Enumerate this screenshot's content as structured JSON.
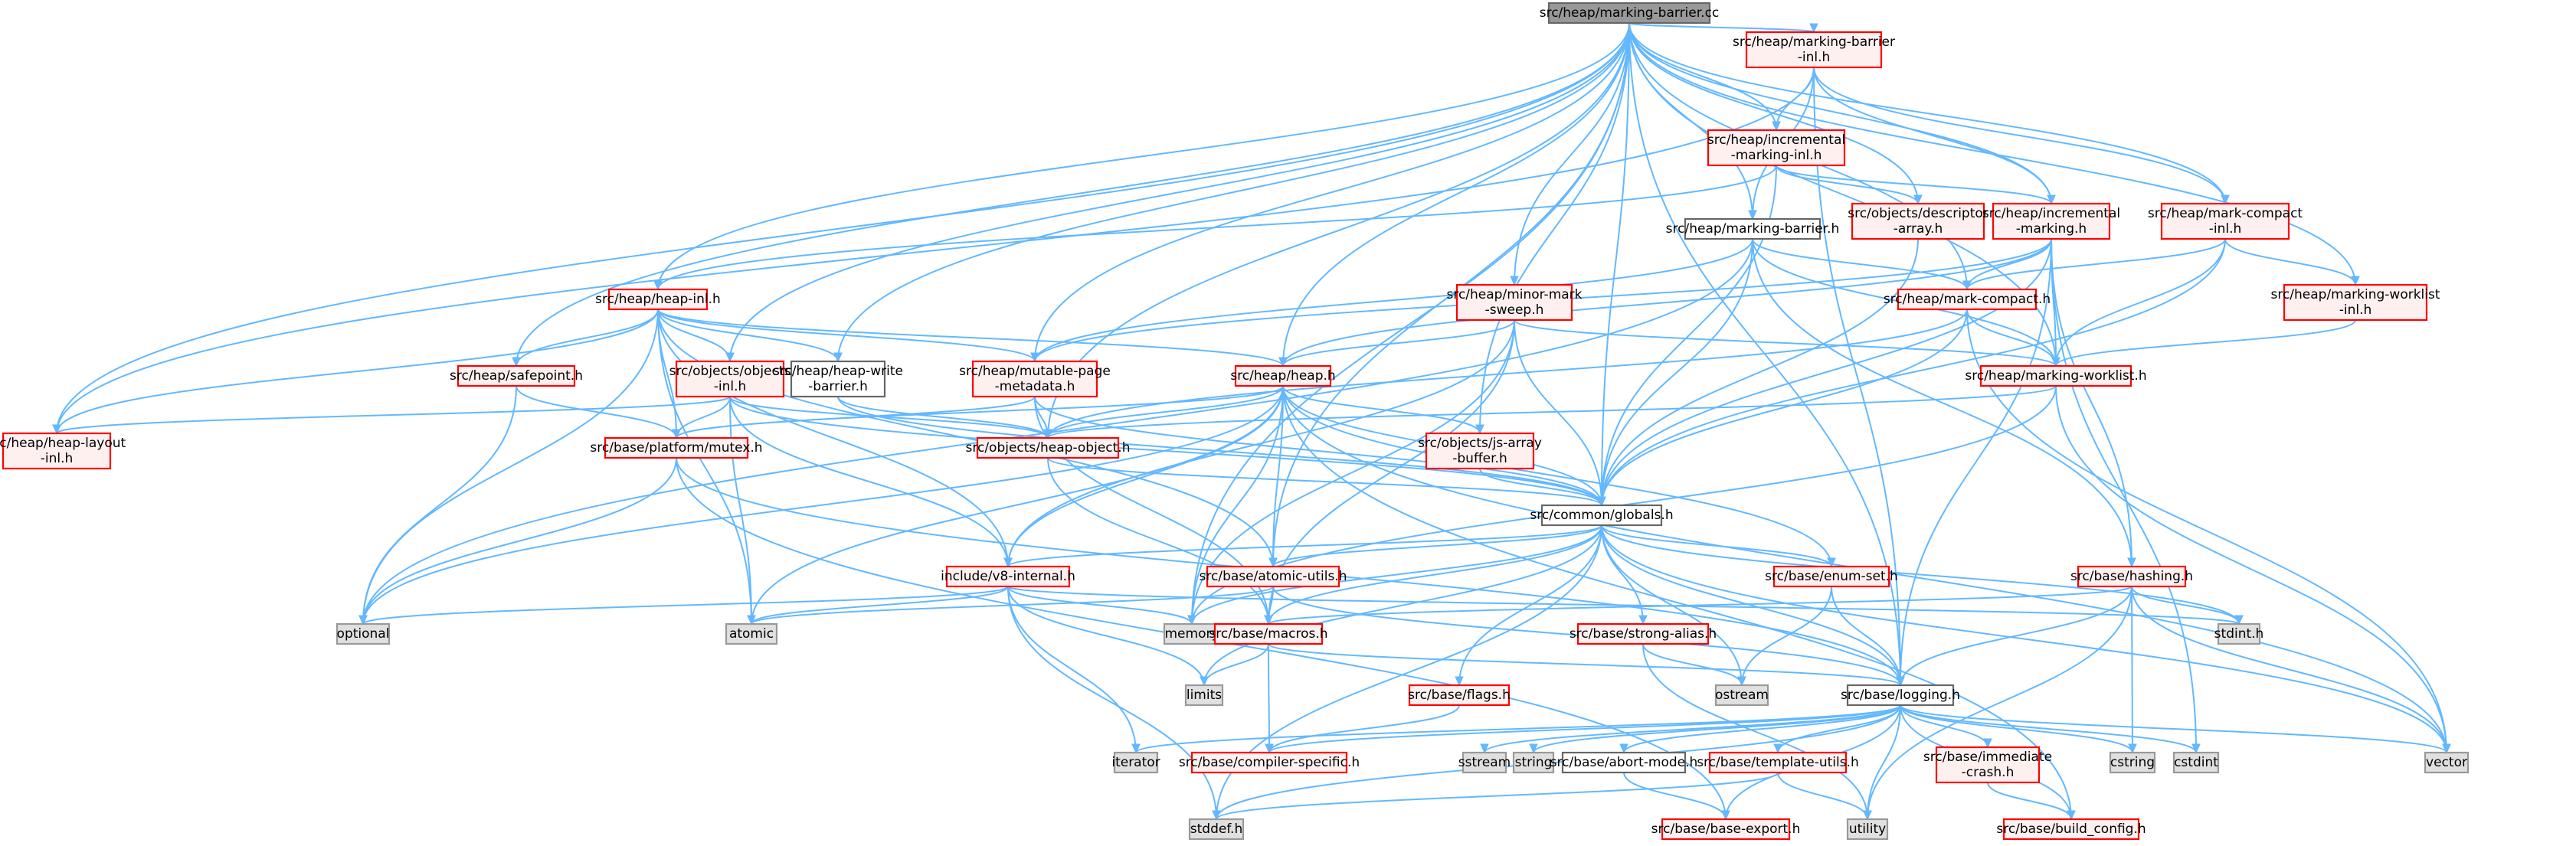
{
  "colors": {
    "root_fill": "#999999",
    "root_border": "#666666",
    "header_fill": "#fff0f0",
    "header_border": "#ff0000",
    "plain_fill": "#ffffff",
    "plain_border": "#666666",
    "system_fill": "#e0e0e0",
    "system_border": "#999999",
    "edge": "#63b8ff"
  },
  "nodes": [
    {
      "id": "root",
      "kind": "root",
      "lines": [
        "src/heap/marking-barrier.cc"
      ]
    },
    {
      "id": "mb_inl",
      "kind": "header",
      "lines": [
        "src/heap/marking-barrier",
        "-inl.h"
      ]
    },
    {
      "id": "inc_inl",
      "kind": "header",
      "lines": [
        "src/heap/incremental",
        "-marking-inl.h"
      ]
    },
    {
      "id": "desc_arr",
      "kind": "header",
      "lines": [
        "src/objects/descriptor",
        "-array.h"
      ]
    },
    {
      "id": "inc_mark",
      "kind": "header",
      "lines": [
        "src/heap/incremental",
        "-marking.h"
      ]
    },
    {
      "id": "mc_inl",
      "kind": "header",
      "lines": [
        "src/heap/mark-compact",
        "-inl.h"
      ]
    },
    {
      "id": "mb_h",
      "kind": "plain",
      "lines": [
        "src/heap/marking-barrier.h"
      ]
    },
    {
      "id": "heap_inl",
      "kind": "header",
      "lines": [
        "src/heap/heap-inl.h"
      ]
    },
    {
      "id": "minor_ms",
      "kind": "header",
      "lines": [
        "src/heap/minor-mark",
        "-sweep.h"
      ]
    },
    {
      "id": "mc_h",
      "kind": "header",
      "lines": [
        "src/heap/mark-compact.h"
      ]
    },
    {
      "id": "mwl_inl",
      "kind": "header",
      "lines": [
        "src/heap/marking-worklist",
        "-inl.h"
      ]
    },
    {
      "id": "safepoint",
      "kind": "header",
      "lines": [
        "src/heap/safepoint.h"
      ]
    },
    {
      "id": "obj_inl",
      "kind": "header",
      "lines": [
        "src/objects/objects",
        "-inl.h"
      ]
    },
    {
      "id": "write_barrier",
      "kind": "plain",
      "lines": [
        "src/heap/heap-write",
        "-barrier.h"
      ]
    },
    {
      "id": "mutable_page",
      "kind": "header",
      "lines": [
        "src/heap/mutable-page",
        "-metadata.h"
      ]
    },
    {
      "id": "heap_h",
      "kind": "header",
      "lines": [
        "src/heap/heap.h"
      ]
    },
    {
      "id": "mwl_h",
      "kind": "header",
      "lines": [
        "src/heap/marking-worklist.h"
      ]
    },
    {
      "id": "heap_layout",
      "kind": "header",
      "lines": [
        "src/heap/heap-layout",
        "-inl.h"
      ]
    },
    {
      "id": "mutex",
      "kind": "header",
      "lines": [
        "src/base/platform/mutex.h"
      ]
    },
    {
      "id": "heap_obj",
      "kind": "header",
      "lines": [
        "src/objects/heap-object.h"
      ]
    },
    {
      "id": "js_arr",
      "kind": "header",
      "lines": [
        "src/objects/js-array",
        "-buffer.h"
      ]
    },
    {
      "id": "globals",
      "kind": "plain",
      "lines": [
        "src/common/globals.h"
      ]
    },
    {
      "id": "v8_internal",
      "kind": "header",
      "lines": [
        "include/v8-internal.h"
      ]
    },
    {
      "id": "atomic_utils",
      "kind": "header",
      "lines": [
        "src/base/atomic-utils.h"
      ]
    },
    {
      "id": "enum_set",
      "kind": "header",
      "lines": [
        "src/base/enum-set.h"
      ]
    },
    {
      "id": "hashing",
      "kind": "header",
      "lines": [
        "src/base/hashing.h"
      ]
    },
    {
      "id": "optional",
      "kind": "system",
      "lines": [
        "optional"
      ]
    },
    {
      "id": "atomic",
      "kind": "system",
      "lines": [
        "atomic"
      ]
    },
    {
      "id": "memory",
      "kind": "system",
      "lines": [
        "memory"
      ]
    },
    {
      "id": "macros",
      "kind": "header",
      "lines": [
        "src/base/macros.h"
      ]
    },
    {
      "id": "strong_alias",
      "kind": "header",
      "lines": [
        "src/base/strong-alias.h"
      ]
    },
    {
      "id": "stdint",
      "kind": "system",
      "lines": [
        "stdint.h"
      ]
    },
    {
      "id": "limits",
      "kind": "system",
      "lines": [
        "limits"
      ]
    },
    {
      "id": "ostream",
      "kind": "system",
      "lines": [
        "ostream"
      ]
    },
    {
      "id": "flags",
      "kind": "header",
      "lines": [
        "src/base/flags.h"
      ]
    },
    {
      "id": "logging",
      "kind": "plain",
      "lines": [
        "src/base/logging.h"
      ]
    },
    {
      "id": "iterator",
      "kind": "system",
      "lines": [
        "iterator"
      ]
    },
    {
      "id": "compiler_spec",
      "kind": "header",
      "lines": [
        "src/base/compiler-specific.h"
      ]
    },
    {
      "id": "sstream",
      "kind": "system",
      "lines": [
        "sstream"
      ]
    },
    {
      "id": "string",
      "kind": "system",
      "lines": [
        "string"
      ]
    },
    {
      "id": "abort_mode",
      "kind": "plain",
      "lines": [
        "src/base/abort-mode.h"
      ]
    },
    {
      "id": "template_utils",
      "kind": "header",
      "lines": [
        "src/base/template-utils.h"
      ]
    },
    {
      "id": "immediate_crash",
      "kind": "header",
      "lines": [
        "src/base/immediate",
        "-crash.h"
      ]
    },
    {
      "id": "cstring",
      "kind": "system",
      "lines": [
        "cstring"
      ]
    },
    {
      "id": "cstdint",
      "kind": "system",
      "lines": [
        "cstdint"
      ]
    },
    {
      "id": "vector",
      "kind": "system",
      "lines": [
        "vector"
      ]
    },
    {
      "id": "stddef",
      "kind": "system",
      "lines": [
        "stddef.h"
      ]
    },
    {
      "id": "base_export",
      "kind": "header",
      "lines": [
        "src/base/base-export.h"
      ]
    },
    {
      "id": "utility",
      "kind": "system",
      "lines": [
        "utility"
      ]
    },
    {
      "id": "build_config",
      "kind": "header",
      "lines": [
        "src/base/build_config.h"
      ]
    }
  ],
  "edges": [
    [
      "root",
      "mb_inl"
    ],
    [
      "root",
      "inc_inl"
    ],
    [
      "root",
      "desc_arr"
    ],
    [
      "root",
      "inc_mark"
    ],
    [
      "root",
      "mc_inl"
    ],
    [
      "root",
      "mwl_inl"
    ],
    [
      "root",
      "mb_h"
    ],
    [
      "root",
      "minor_ms"
    ],
    [
      "root",
      "heap_inl"
    ],
    [
      "root",
      "safepoint"
    ],
    [
      "root",
      "obj_inl"
    ],
    [
      "root",
      "write_barrier"
    ],
    [
      "root",
      "mutable_page"
    ],
    [
      "root",
      "heap_h"
    ],
    [
      "root",
      "heap_layout"
    ],
    [
      "root",
      "mwl_h"
    ],
    [
      "root",
      "globals"
    ],
    [
      "root",
      "js_arr"
    ],
    [
      "root",
      "heap_obj"
    ],
    [
      "root",
      "atomic_utils"
    ],
    [
      "root",
      "memory"
    ],
    [
      "root",
      "logging"
    ],
    [
      "root",
      "mc_h"
    ],
    [
      "mb_inl",
      "inc_inl"
    ],
    [
      "mb_inl",
      "mb_h"
    ],
    [
      "mb_inl",
      "inc_mark"
    ],
    [
      "mb_inl",
      "mc_inl"
    ],
    [
      "mb_inl",
      "heap_layout"
    ],
    [
      "mb_inl",
      "logging"
    ],
    [
      "inc_inl",
      "heap_inl"
    ],
    [
      "inc_inl",
      "desc_arr"
    ],
    [
      "inc_inl",
      "inc_mark"
    ],
    [
      "inc_inl",
      "globals"
    ],
    [
      "desc_arr",
      "globals"
    ],
    [
      "inc_mark",
      "mc_h"
    ],
    [
      "inc_mark",
      "heap_h"
    ],
    [
      "inc_mark",
      "mutable_page"
    ],
    [
      "inc_mark",
      "mwl_h"
    ],
    [
      "inc_mark",
      "globals"
    ],
    [
      "inc_mark",
      "hashing"
    ],
    [
      "inc_mark",
      "cstdint"
    ],
    [
      "inc_mark",
      "logging"
    ],
    [
      "mc_inl",
      "mc_h"
    ],
    [
      "mc_inl",
      "mwl_inl"
    ],
    [
      "mc_inl",
      "mwl_h"
    ],
    [
      "mc_inl",
      "globals"
    ],
    [
      "mb_h",
      "mutable_page"
    ],
    [
      "mb_h",
      "mc_h"
    ],
    [
      "mb_h",
      "mwl_h"
    ],
    [
      "mb_h",
      "globals"
    ],
    [
      "mb_h",
      "optional"
    ],
    [
      "mb_h",
      "hashing"
    ],
    [
      "heap_inl",
      "safepoint"
    ],
    [
      "heap_inl",
      "obj_inl"
    ],
    [
      "heap_inl",
      "write_barrier"
    ],
    [
      "heap_inl",
      "mutable_page"
    ],
    [
      "heap_inl",
      "heap_h"
    ],
    [
      "heap_inl",
      "heap_layout"
    ],
    [
      "heap_inl",
      "mutex"
    ],
    [
      "heap_inl",
      "optional"
    ],
    [
      "heap_inl",
      "atomic"
    ],
    [
      "heap_inl",
      "v8_internal"
    ],
    [
      "heap_inl",
      "atomic_utils"
    ],
    [
      "minor_ms",
      "heap_h"
    ],
    [
      "minor_ms",
      "mwl_h"
    ],
    [
      "minor_ms",
      "globals"
    ],
    [
      "minor_ms",
      "memory"
    ],
    [
      "minor_ms",
      "macros"
    ],
    [
      "minor_ms",
      "v8_internal"
    ],
    [
      "mc_h",
      "mwl_h"
    ],
    [
      "mc_h",
      "globals"
    ],
    [
      "mc_h",
      "heap_obj"
    ],
    [
      "mc_h",
      "vector"
    ],
    [
      "mwl_inl",
      "mwl_h"
    ],
    [
      "safepoint",
      "mutex"
    ],
    [
      "safepoint",
      "optional"
    ],
    [
      "obj_inl",
      "heap_obj"
    ],
    [
      "obj_inl",
      "globals"
    ],
    [
      "obj_inl",
      "heap_layout"
    ],
    [
      "obj_inl",
      "atomic"
    ],
    [
      "obj_inl",
      "v8_internal"
    ],
    [
      "obj_inl",
      "mutex"
    ],
    [
      "write_barrier",
      "heap_obj"
    ],
    [
      "write_barrier",
      "globals"
    ],
    [
      "mutable_page",
      "heap_obj"
    ],
    [
      "mutable_page",
      "mutex"
    ],
    [
      "mutable_page",
      "globals"
    ],
    [
      "mutable_page",
      "macros"
    ],
    [
      "heap_h",
      "heap_obj"
    ],
    [
      "heap_h",
      "js_arr"
    ],
    [
      "heap_h",
      "globals"
    ],
    [
      "heap_h",
      "mutex"
    ],
    [
      "heap_h",
      "v8_internal"
    ],
    [
      "heap_h",
      "atomic_utils"
    ],
    [
      "heap_h",
      "enum_set"
    ],
    [
      "heap_h",
      "memory"
    ],
    [
      "heap_h",
      "optional"
    ],
    [
      "heap_h",
      "atomic"
    ],
    [
      "heap_h",
      "vector"
    ],
    [
      "heap_h",
      "build_config"
    ],
    [
      "mwl_h",
      "heap_obj"
    ],
    [
      "mwl_h",
      "memory"
    ],
    [
      "mwl_h",
      "vector"
    ],
    [
      "mutex",
      "optional"
    ],
    [
      "mutex",
      "logging"
    ],
    [
      "mutex",
      "base_export"
    ],
    [
      "heap_obj",
      "globals"
    ],
    [
      "heap_obj",
      "macros"
    ],
    [
      "js_arr",
      "globals"
    ],
    [
      "globals",
      "v8_internal"
    ],
    [
      "globals",
      "atomic_utils"
    ],
    [
      "globals",
      "enum_set"
    ],
    [
      "globals",
      "flags"
    ],
    [
      "globals",
      "logging"
    ],
    [
      "globals",
      "macros"
    ],
    [
      "globals",
      "strong_alias"
    ],
    [
      "globals",
      "limits"
    ],
    [
      "globals",
      "ostream"
    ],
    [
      "globals",
      "stdint"
    ],
    [
      "globals",
      "memory"
    ],
    [
      "globals",
      "stddef"
    ],
    [
      "globals",
      "vector"
    ],
    [
      "v8_internal",
      "optional"
    ],
    [
      "v8_internal",
      "atomic"
    ],
    [
      "v8_internal",
      "memory"
    ],
    [
      "v8_internal",
      "iterator"
    ],
    [
      "v8_internal",
      "limits"
    ],
    [
      "v8_internal",
      "stddef"
    ],
    [
      "v8_internal",
      "stdint"
    ],
    [
      "atomic_utils",
      "atomic"
    ],
    [
      "atomic_utils",
      "macros"
    ],
    [
      "atomic_utils",
      "logging"
    ],
    [
      "enum_set",
      "logging"
    ],
    [
      "enum_set",
      "ostream"
    ],
    [
      "hashing",
      "macros"
    ],
    [
      "hashing",
      "stdint"
    ],
    [
      "hashing",
      "cstring"
    ],
    [
      "hashing",
      "utility"
    ],
    [
      "hashing",
      "logging"
    ],
    [
      "hashing",
      "vector"
    ],
    [
      "macros",
      "limits"
    ],
    [
      "macros",
      "compiler_spec"
    ],
    [
      "macros",
      "logging"
    ],
    [
      "strong_alias",
      "ostream"
    ],
    [
      "strong_alias",
      "utility"
    ],
    [
      "flags",
      "compiler_spec"
    ],
    [
      "logging",
      "iterator"
    ],
    [
      "logging",
      "compiler_spec"
    ],
    [
      "logging",
      "sstream"
    ],
    [
      "logging",
      "string"
    ],
    [
      "logging",
      "abort_mode"
    ],
    [
      "logging",
      "template_utils"
    ],
    [
      "logging",
      "immediate_crash"
    ],
    [
      "logging",
      "cstring"
    ],
    [
      "logging",
      "cstdint"
    ],
    [
      "logging",
      "vector"
    ],
    [
      "logging",
      "base_export"
    ],
    [
      "logging",
      "build_config"
    ],
    [
      "logging",
      "utility"
    ],
    [
      "logging",
      "stddef"
    ],
    [
      "abort_mode",
      "base_export"
    ],
    [
      "template_utils",
      "utility"
    ],
    [
      "template_utils",
      "stddef"
    ],
    [
      "immediate_crash",
      "build_config"
    ]
  ]
}
